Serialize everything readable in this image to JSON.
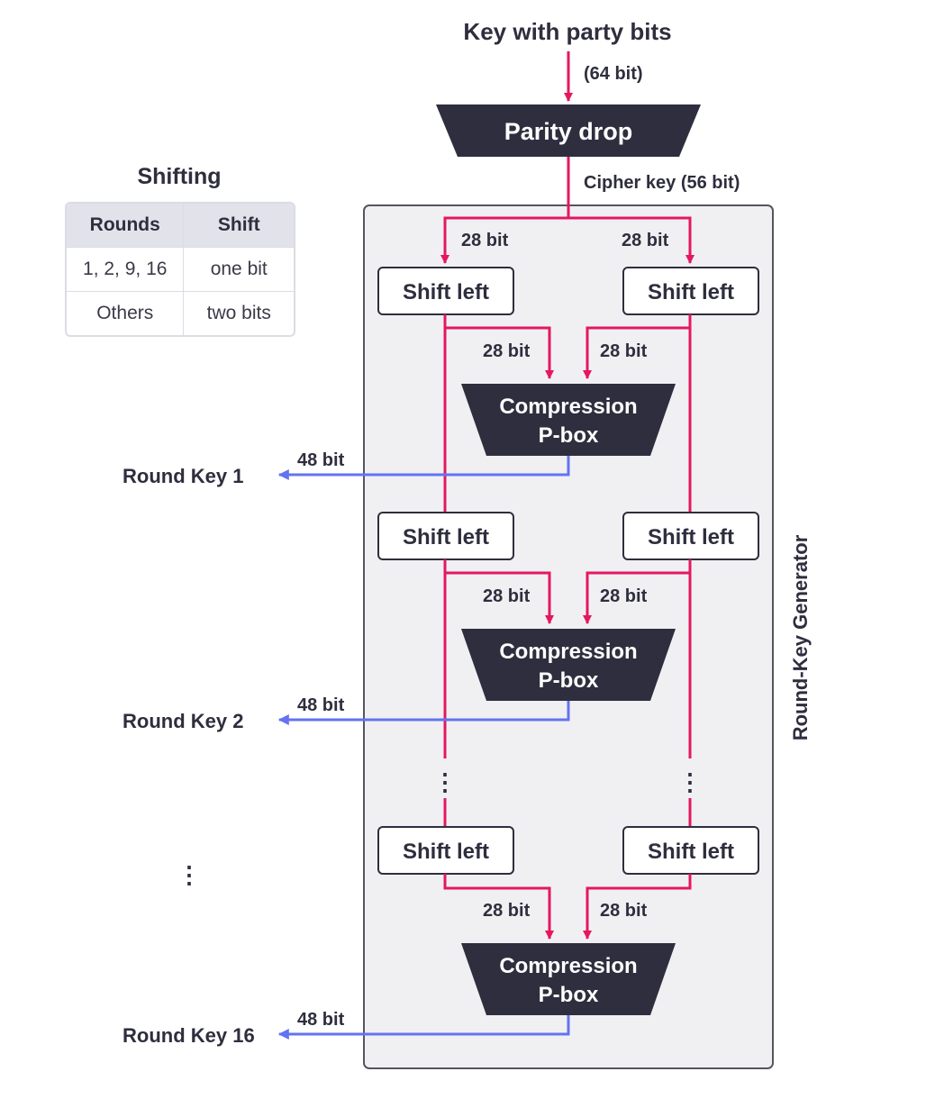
{
  "input": {
    "label": "Key with party bits",
    "bits": "(64 bit)"
  },
  "parity_drop": {
    "label": "Parity drop"
  },
  "cipher_key": {
    "label": "Cipher key (56 bit)"
  },
  "generator": {
    "label": "Round-Key Generator"
  },
  "shift_table": {
    "title": "Shifting",
    "headers": [
      "Rounds",
      "Shift"
    ],
    "rows": [
      [
        "1, 2, 9, 16",
        "one bit"
      ],
      [
        "Others",
        "two bits"
      ]
    ]
  },
  "labels": {
    "half_bits": "28 bit",
    "out_bits": "48 bit",
    "shift_left": "Shift left",
    "compression_line1": "Compression",
    "compression_line2": "P-box",
    "ellipsis": "⋮"
  },
  "round_keys": [
    "Round Key 1",
    "Round Key 2",
    "Round Key 16"
  ],
  "colors": {
    "key_line": "#e5175e",
    "round_key_line": "#6373f0",
    "dark_box": "#2e2e3e",
    "panel_fill": "#f0f0f3",
    "panel_stroke": "#555560"
  }
}
